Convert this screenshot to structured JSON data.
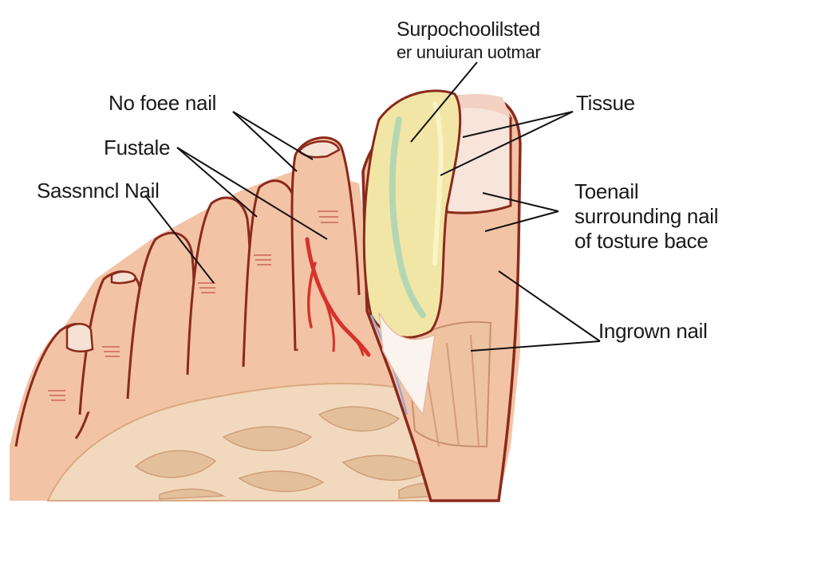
{
  "diagram": {
    "labels": {
      "top_line1": "Surpochoolilsted",
      "top_line2": "er unuiuran uotmar",
      "no_foee_nail": "No foee nail",
      "fustale": "Fustale",
      "sassnncl_nail": "Sassnncl Nail",
      "tissue": "Tissue",
      "toenail_line1": "Toenail",
      "toenail_line2": "surrounding nail",
      "toenail_line3": "of tosture bace",
      "ingrown_nail": "Ingrown nail"
    },
    "colors": {
      "skin": "#f3c3a5",
      "skin_shade": "#e8ad8f",
      "outline": "#8b2a1c",
      "sole": "#f2d9bd",
      "sole_pad": "#e3bf9b",
      "nail_yellow": "#f2e6a6",
      "nail_green": "#a9d3b5",
      "blood_red": "#d7322c",
      "tissue_pink": "#f7dcd0",
      "leader_line": "#111111"
    }
  }
}
